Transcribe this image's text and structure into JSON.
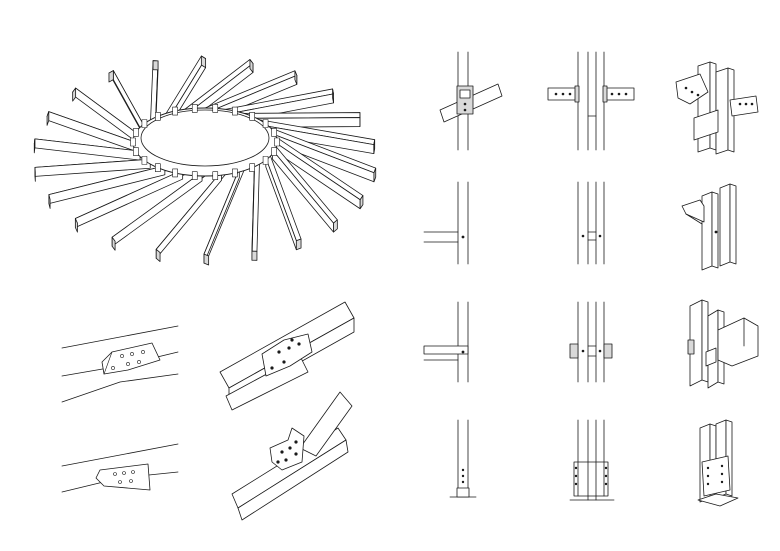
{
  "sheet": {
    "radial_assembly": {
      "beam_count": 22
    },
    "brackets": [
      {
        "id": "bracket-gusset-1",
        "bolts": 6
      },
      {
        "id": "bracket-gusset-2",
        "bolts": 5
      },
      {
        "id": "bracket-gusset-3",
        "bolts": 5
      },
      {
        "id": "bracket-gusset-4",
        "bolts": 6
      }
    ],
    "joint_matrix": {
      "rows": [
        "inclined-beam",
        "horizontal-beam",
        "double-beam",
        "base-plate"
      ],
      "columns": [
        "single-post-elevation",
        "double-post-elevation",
        "isometric"
      ]
    }
  }
}
